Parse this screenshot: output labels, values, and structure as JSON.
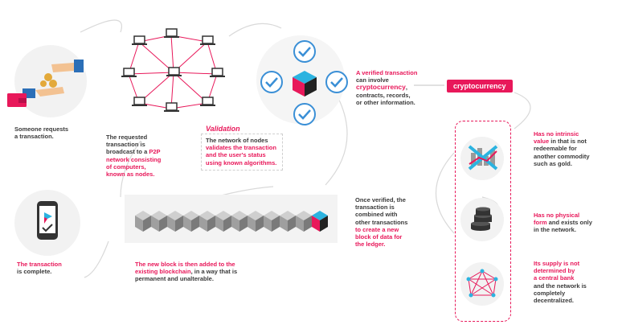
{
  "step1": {
    "line1": "Someone requests",
    "line2": "a transaction."
  },
  "step2": {
    "l1": "The requested",
    "l2": "transaction is",
    "l3a": "broadcast to a ",
    "l3b": "P2P",
    "l4": "network consisting",
    "l5": "of computers,",
    "l6": "known as nodes."
  },
  "validation": {
    "title": "Validation",
    "l1": "The network of nodes",
    "l2": "validates the transaction",
    "l3": "and the user's status",
    "l4": "using known algorithms."
  },
  "verified": {
    "l1": "A verified transaction",
    "l2": "can involve",
    "l3a": "cryptocurrency",
    "l3b": ",",
    "l4": "contracts, records,",
    "l5": "or other information."
  },
  "badge": "cryptocurrency",
  "combine": {
    "l1": "Once verified, the",
    "l2": "transaction is",
    "l3": "combined with",
    "l4": "other transactions",
    "l5": "to create a new",
    "l6": "block of data for",
    "l7": "the ledger."
  },
  "added": {
    "l1": "The new block is then added to the",
    "l2a": "existing blockchain",
    "l2b": ", in a way that is",
    "l3": "permanent and unalterable."
  },
  "complete": {
    "l1": "The transaction",
    "l2": "is complete."
  },
  "props": {
    "p1": {
      "l1": "Has no intrinsic",
      "l2a": "value",
      "l2b": " in that is not",
      "l3": "redeemable for",
      "l4": "another commodity",
      "l5": "such as gold."
    },
    "p2": {
      "l1": "Has no physical",
      "l2a": "form",
      "l2b": " and exists only",
      "l3": "in the network."
    },
    "p3": {
      "l1": "Its supply is not",
      "l2": "determined by",
      "l3": "a central bank",
      "l4": "and the network is",
      "l5": "completely",
      "l6": "decentralized."
    }
  },
  "icons": [
    "hand-coins-icon",
    "wallet-icon",
    "laptop-icon",
    "checkmark-icon",
    "cube-icon",
    "blockchain-icon",
    "phone-check-icon",
    "crossed-chart-icon",
    "coin-stack-icon",
    "network-polygon-icon"
  ],
  "colors": {
    "accent": "#e8185a",
    "check_blue": "#3a8fd6",
    "cube_cyan": "#2bb3e0",
    "text": "#3a3a3a"
  }
}
